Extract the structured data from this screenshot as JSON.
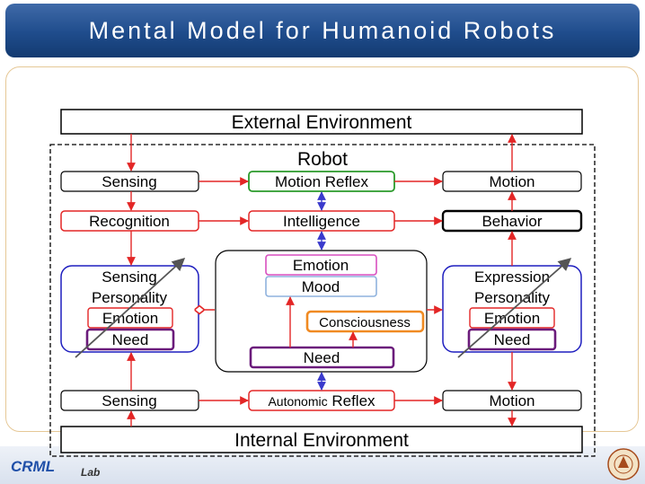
{
  "title": "Mental Model for Humanoid Robots",
  "diagram": {
    "external_environment": "External Environment",
    "internal_environment": "Internal Environment",
    "robot": "Robot",
    "sensing_top": "Sensing",
    "motion_reflex": "Motion Reflex",
    "motion_top": "Motion",
    "recognition": "Recognition",
    "intelligence": "Intelligence",
    "behavior": "Behavior",
    "left_group": {
      "line1": "Sensing",
      "line2": "Personality",
      "emotion": "Emotion",
      "need": "Need"
    },
    "center_group": {
      "emotion": "Emotion",
      "mood": "Mood",
      "consciousness": "Consciousness",
      "need": "Need"
    },
    "right_group": {
      "line1": "Expression",
      "line2": "Personality",
      "emotion": "Emotion",
      "need": "Need"
    },
    "sensing_bottom": "Sensing",
    "autonomic_reflex_small": "Autonomic",
    "autonomic_reflex_large": "Reflex",
    "motion_bottom": "Motion"
  },
  "logos": {
    "left_text": "CRML",
    "left_sub": "Lab",
    "right_seal": "seal"
  },
  "colors": {
    "arrow_red": "#e32626",
    "arrow_blue": "#3a3acc",
    "border_blue": "#1f1fbf",
    "green": "#2a9a2a",
    "pink": "#d84fbf",
    "light_blue": "#8fb2dd",
    "orange": "#f08a22",
    "purple": "#6b1b7b"
  }
}
